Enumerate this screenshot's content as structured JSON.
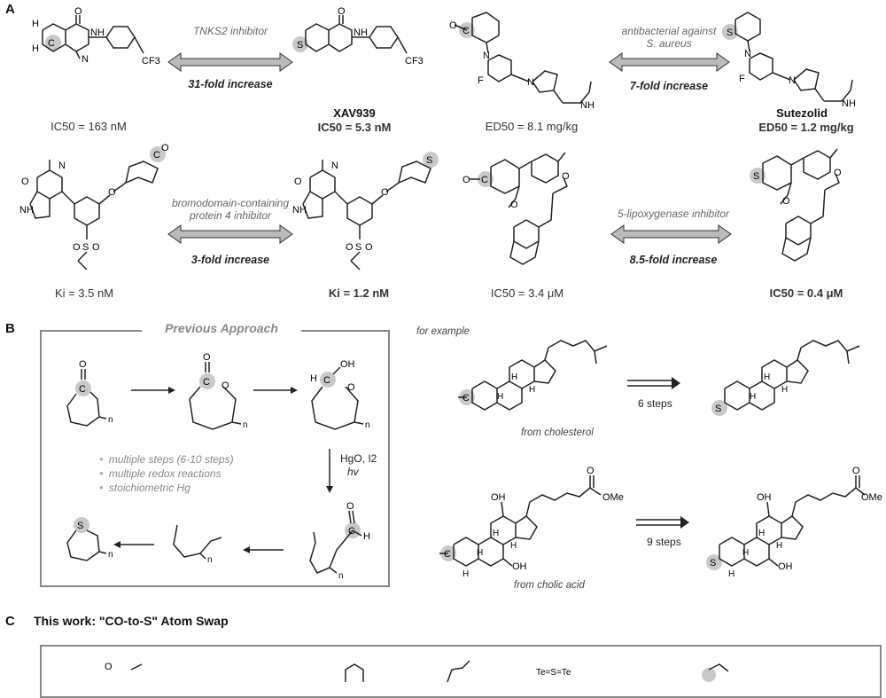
{
  "panel_a": {
    "label": "A",
    "pair1": {
      "left_caption": "IC50 = 163 nM",
      "arrow_top": "TNKS2 inhibitor",
      "arrow_bottom": "31-fold increase",
      "right_name": "XAV939",
      "right_caption": "IC50 = 5.3 nM"
    },
    "pair2": {
      "left_caption": "ED50 = 8.1 mg/kg",
      "arrow_top_1": "antibacterial against",
      "arrow_top_2": "S. aureus",
      "arrow_bottom": "7-fold increase",
      "right_name": "Sutezolid",
      "right_caption": "ED50 = 1.2 mg/kg"
    },
    "pair3": {
      "left_caption": "Ki = 3.5 nM",
      "arrow_top_1": "bromodomain-containing",
      "arrow_top_2": "protein 4 inhibitor",
      "arrow_bottom": "3-fold increase",
      "right_caption": "Ki = 1.2 nM"
    },
    "pair4": {
      "left_caption": "IC50 = 3.4 μM",
      "arrow_top": "5-lipoxygenase inhibitor",
      "arrow_bottom": "8.5-fold increase",
      "right_caption": "IC50 = 0.4 μM"
    },
    "atoms": {
      "cf3": "CF3",
      "nh": "NH",
      "n": "N",
      "o": "O",
      "s": "S",
      "f": "F",
      "h": "H",
      "c": "C"
    }
  },
  "panel_b": {
    "label": "B",
    "box_title": "Previous Approach",
    "bullets": [
      "multiple steps (6-10 steps)",
      "multiple redox reactions",
      "stoichiometric Hg"
    ],
    "reagent_1": "HgO, I2",
    "reagent_2": "hv",
    "for_example": "for example",
    "steps_1": "6 steps",
    "from_1": "from cholesterol",
    "steps_2": "9 steps",
    "from_2": "from cholic acid",
    "atoms": {
      "oh": "OH",
      "ome": "OMe",
      "h": "H",
      "s": "S",
      "n_sub": "n"
    }
  },
  "panel_c": {
    "label": "C",
    "title": "This work: \"CO-to-S\" Atom Swap",
    "fragment": "Te=S=Te"
  }
}
